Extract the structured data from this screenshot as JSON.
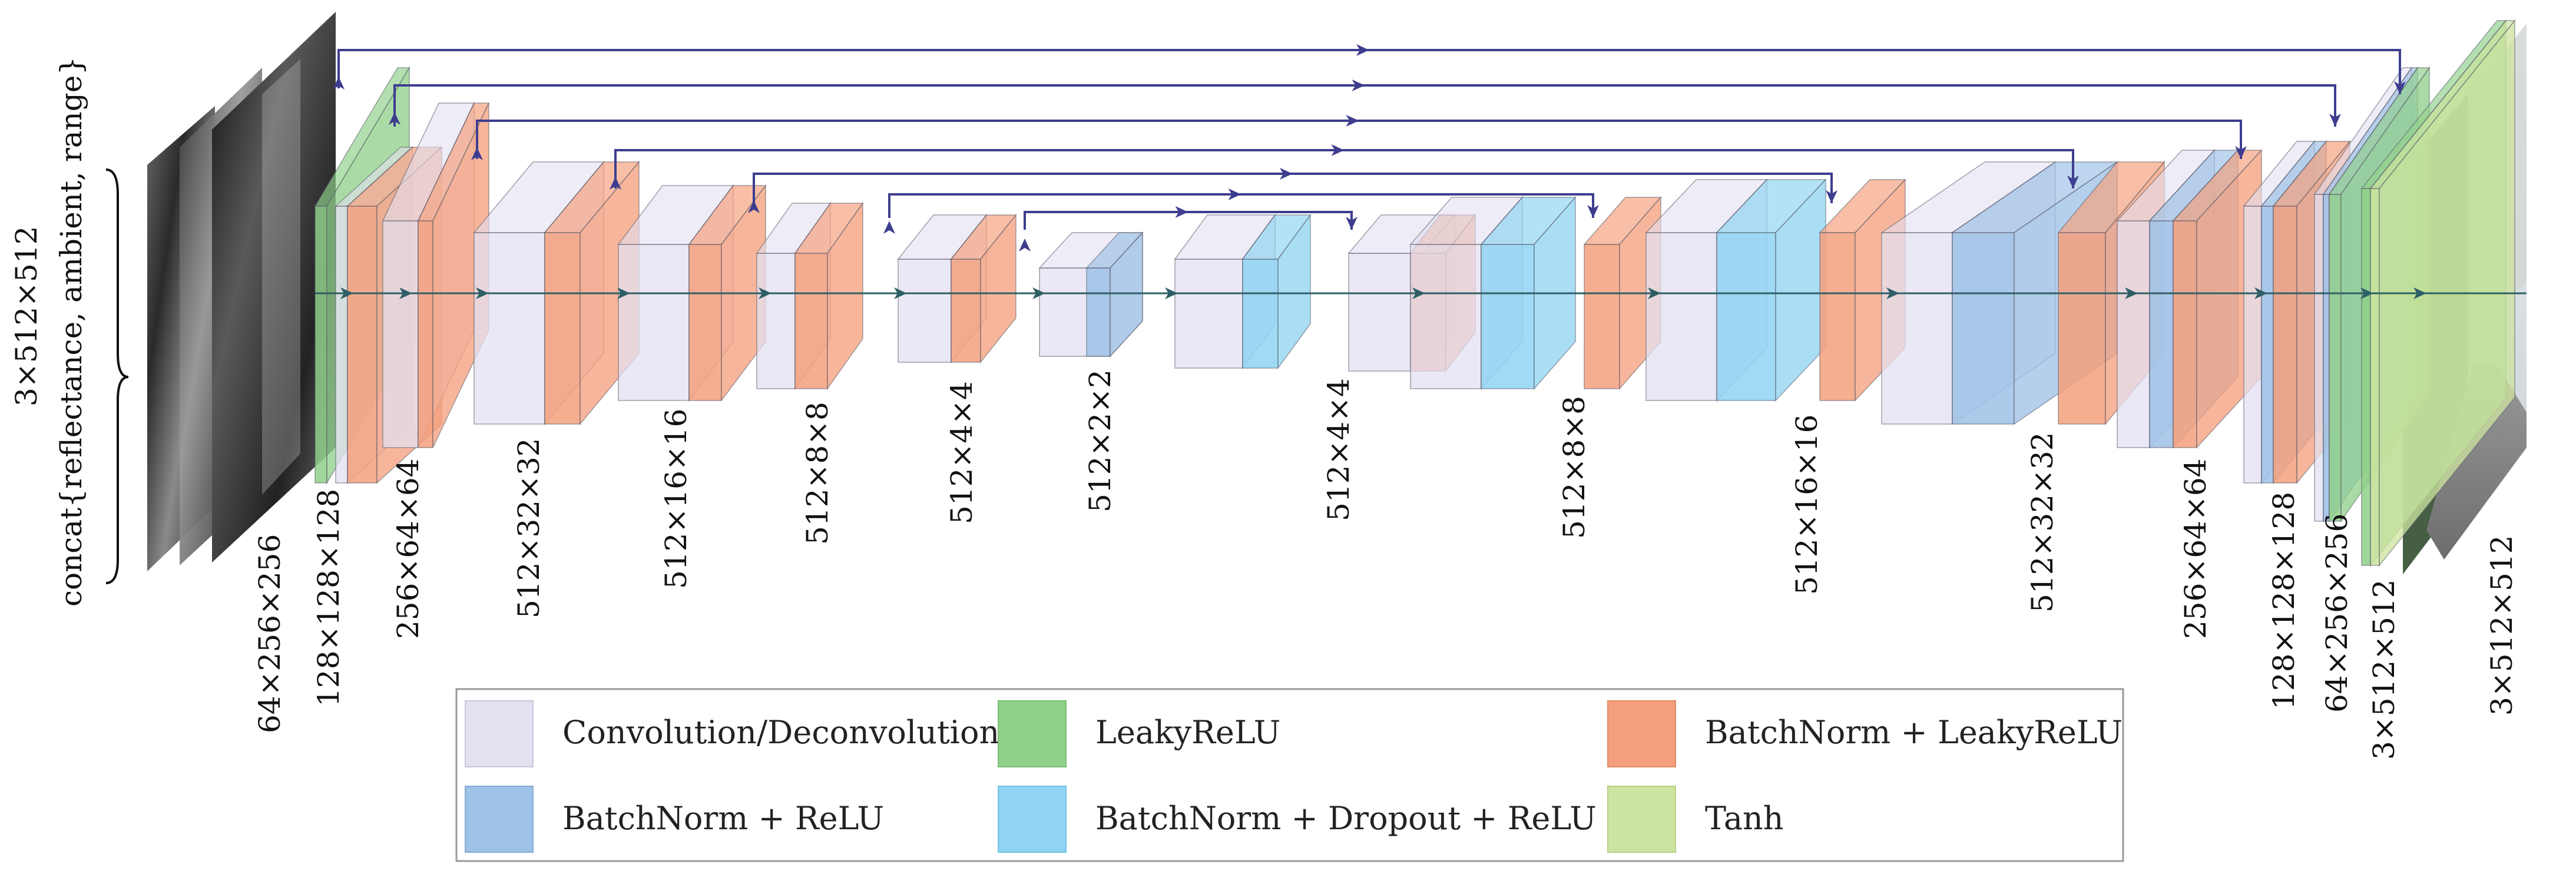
{
  "input_label": {
    "line1": "3×512×512",
    "line2": "concat{reflectance, ambient, range}"
  },
  "layer_labels": [
    "64×256×256",
    "128×128×128",
    "256×64×64",
    "512×32×32",
    "512×16×16",
    "512×8×8",
    "512×4×4",
    "512×2×2",
    "512×4×4",
    "512×8×8",
    "512×16×16",
    "512×32×32",
    "256×64×64",
    "128×128×128",
    "64×256×256",
    "3×512×512",
    "3×512×512"
  ],
  "legend": [
    {
      "label": "Convolution/Deconvolution",
      "color": "#e3e0f0"
    },
    {
      "label": "LeakyReLU",
      "color": "#90d08a"
    },
    {
      "label": "BatchNorm + LeakyReLU",
      "color": "#f4a07c"
    },
    {
      "label": "BatchNorm + ReLU",
      "color": "#9ec1e6"
    },
    {
      "label": "BatchNorm + Dropout + ReLU",
      "color": "#8fd4f2"
    },
    {
      "label": "Tanh",
      "color": "#cde4a0"
    }
  ],
  "colors": {
    "conv": "#e3e0f0",
    "leaky": "#90d08a",
    "bn_leaky": "#f4a07c",
    "bn_relu": "#9ec1e6",
    "bn_dropout_relu": "#8fd4f2",
    "tanh": "#cde4a0",
    "skip_arrow": "#3d3d8f",
    "flow_arrow": "#2e5f66"
  }
}
